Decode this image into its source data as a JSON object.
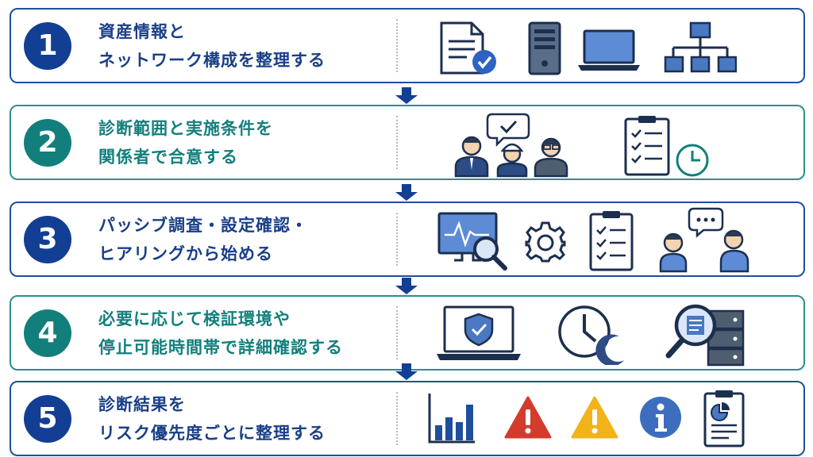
{
  "steps": [
    {
      "number": "1",
      "line1": "資産情報と",
      "line2": "ネットワーク構成を整理する",
      "icons": [
        "document-check-icon",
        "server-tower-icon",
        "laptop-icon",
        "network-hierarchy-icon"
      ]
    },
    {
      "number": "2",
      "line1": "診断範囲と実施条件を",
      "line2": "関係者で合意する",
      "icons": [
        "stakeholders-agreement-icon",
        "checklist-clock-icon"
      ]
    },
    {
      "number": "3",
      "line1": "パッシブ調査・設定確認・",
      "line2": "ヒアリングから始める",
      "icons": [
        "monitor-magnifier-icon",
        "gear-icon",
        "checklist-icon",
        "interview-icon"
      ]
    },
    {
      "number": "4",
      "line1": "必要に応じて検証環境や",
      "line2": "停止可能時間帯で詳細確認する",
      "icons": [
        "laptop-shield-icon",
        "clock-moon-icon",
        "magnifier-server-icon"
      ]
    },
    {
      "number": "5",
      "line1": "診断結果を",
      "line2": "リスク優先度ごとに整理する",
      "icons": [
        "bar-chart-icon",
        "warning-red-icon",
        "warning-yellow-icon",
        "info-icon",
        "report-clipboard-icon"
      ]
    }
  ],
  "colors": {
    "navy": "#123f93",
    "teal": "#137f7c",
    "red": "#d33b2c",
    "yellow": "#f2b21a",
    "icon_fill": "#4a78c2"
  }
}
